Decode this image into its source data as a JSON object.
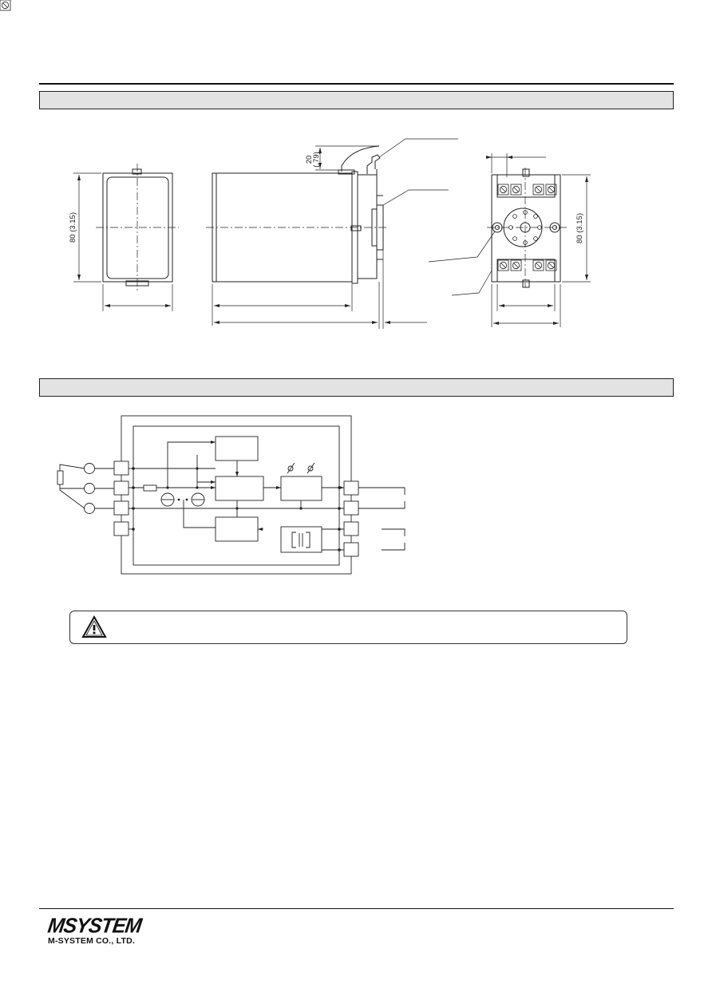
{
  "drawing": {
    "dims": {
      "front_height": "80 (3.15)",
      "clearance": "20",
      "clearance_inch": "(.79)",
      "socket_height": "80 (3.15)"
    }
  },
  "footer": {
    "logo_text": "MSYSTEM",
    "company_name": "M-SYSTEM CO., LTD."
  },
  "icons": {
    "warning": "warning-triangle-icon"
  }
}
